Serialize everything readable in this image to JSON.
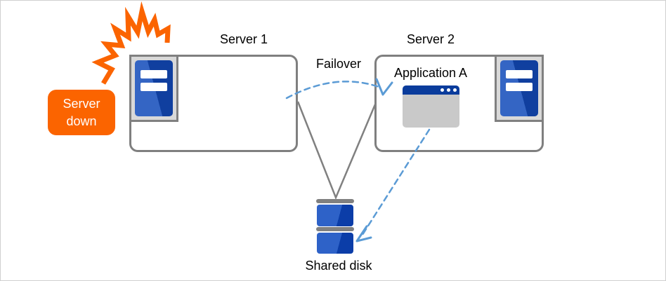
{
  "badge": {
    "label": "Server down"
  },
  "server1": {
    "label": "Server 1"
  },
  "server2": {
    "label": "Server 2"
  },
  "application": {
    "label": "Application A"
  },
  "failover": {
    "label": "Failover"
  },
  "shared_disk": {
    "label": "Shared disk"
  },
  "icons": {
    "lightning-burst-icon": "orange zigzag shock burst",
    "server-icon": "blue tower server with two white slots in gray chassis",
    "window-icon": "application window, blue title bar with three white dots, gray body",
    "disk-icon": "two stacked blue disk units with gray platter bars"
  },
  "colors": {
    "orange": "#fb6400",
    "blue_light": "#3465c4",
    "blue_dark": "#103f9f",
    "titlebar_navy": "#0a3c9c",
    "dashed_blue": "#5b9bd5",
    "line_gray": "#808080",
    "box_border_gray": "#7f7f7f",
    "chassis_gray": "#d9d9d9",
    "window_body_gray": "#c9c9c9",
    "text_black": "#000000",
    "badge_text_white": "#ffffff"
  }
}
